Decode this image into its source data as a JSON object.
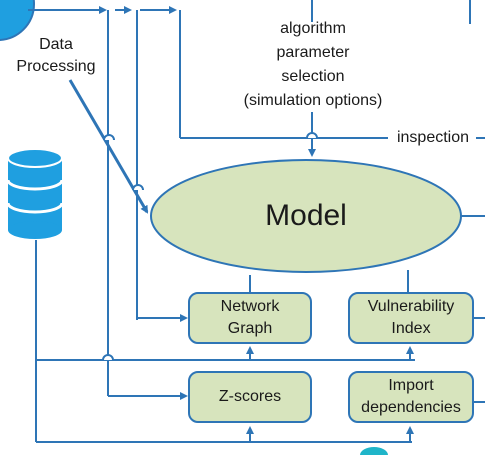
{
  "labels": {
    "data_processing": "Data\nProcessing",
    "algorithm": "algorithm\nparameter\nselection\n(simulation options)",
    "inspection": "inspection"
  },
  "model": {
    "label": "Model"
  },
  "boxes": {
    "network_graph": "Network\nGraph",
    "vulnerability_index": "Vulnerability\nIndex",
    "z_scores": "Z-scores",
    "import_dependencies": "Import\ndependencies"
  },
  "colors": {
    "connector": "#2e75b6",
    "box_fill": "#d7e4bd",
    "ellipse_fill": "#d7e4bd",
    "database": "#1f9fe0"
  },
  "icons": {
    "database": "database-icon",
    "source": "data-source-circle"
  }
}
